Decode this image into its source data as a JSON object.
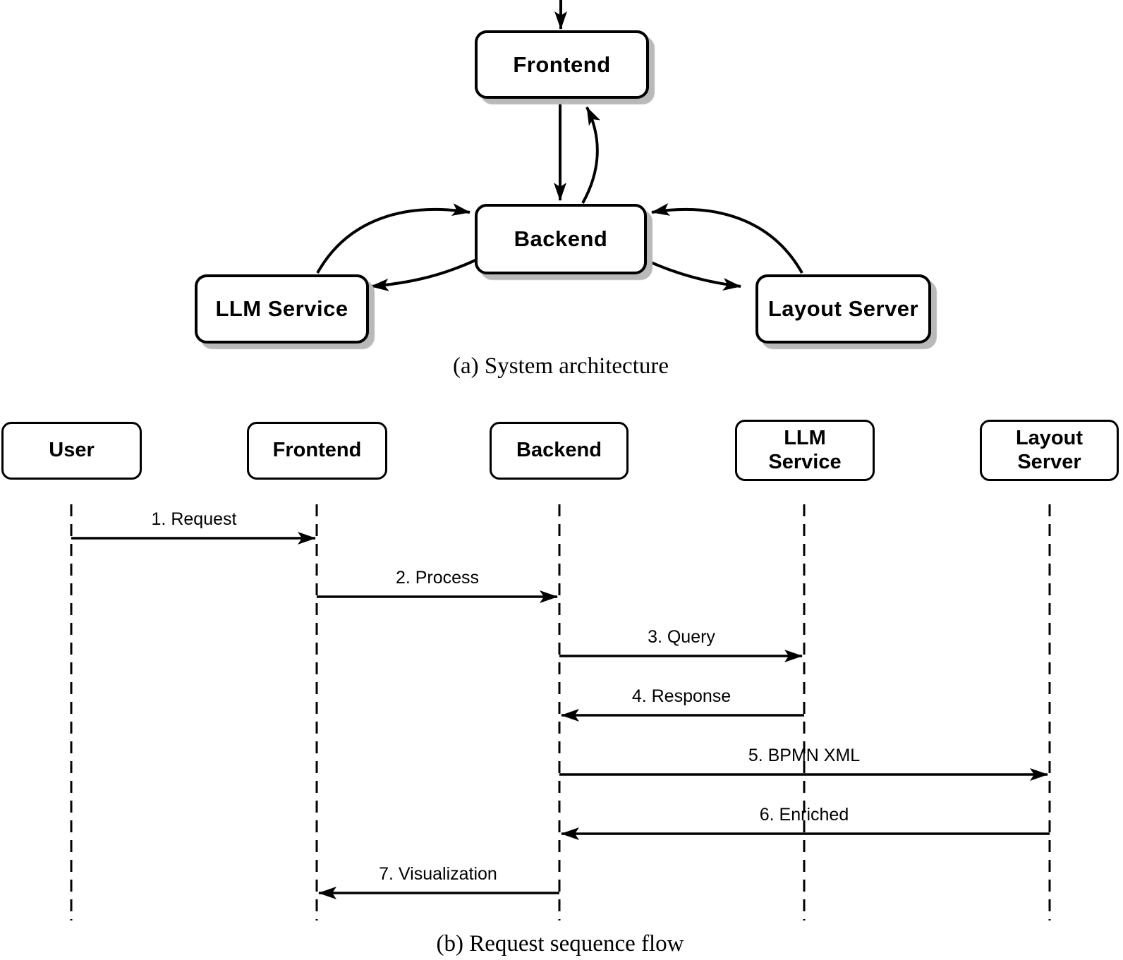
{
  "architecture": {
    "caption": "(a) System architecture",
    "nodes": [
      {
        "id": "frontend",
        "label": "Frontend"
      },
      {
        "id": "backend",
        "label": "Backend"
      },
      {
        "id": "llm-service",
        "label": "LLM Service"
      },
      {
        "id": "layout-server",
        "label": "Layout Server"
      }
    ],
    "edges": [
      {
        "from": "offscreen-top",
        "to": "Frontend"
      },
      {
        "from": "Frontend",
        "to": "Backend"
      },
      {
        "from": "Backend",
        "to": "Frontend"
      },
      {
        "from": "LLM Service",
        "to": "Backend"
      },
      {
        "from": "Backend",
        "to": "LLM Service"
      },
      {
        "from": "Layout Server",
        "to": "Backend"
      },
      {
        "from": "Backend",
        "to": "Layout Server"
      }
    ]
  },
  "sequence": {
    "caption": "(b) Request sequence flow",
    "participants": [
      {
        "label": "User"
      },
      {
        "label": "Frontend"
      },
      {
        "label": "Backend"
      },
      {
        "label": "LLM Service"
      },
      {
        "label": "Layout Server"
      }
    ],
    "messages": [
      {
        "label": "1. Request",
        "from": "User",
        "to": "Frontend"
      },
      {
        "label": "2. Process",
        "from": "Frontend",
        "to": "Backend"
      },
      {
        "label": "3. Query",
        "from": "Backend",
        "to": "LLM Service"
      },
      {
        "label": "4. Response",
        "from": "LLM Service",
        "to": "Backend"
      },
      {
        "label": "5. BPMN XML",
        "from": "Backend",
        "to": "Layout Server"
      },
      {
        "label": "6. Enriched",
        "from": "Layout Server",
        "to": "Backend"
      },
      {
        "label": "7. Visualization",
        "from": "Backend",
        "to": "Frontend"
      }
    ]
  },
  "colors": {
    "stroke": "#000000",
    "fill": "#ffffff",
    "shadow": "#b9b9b9",
    "background": "#ffffff"
  }
}
